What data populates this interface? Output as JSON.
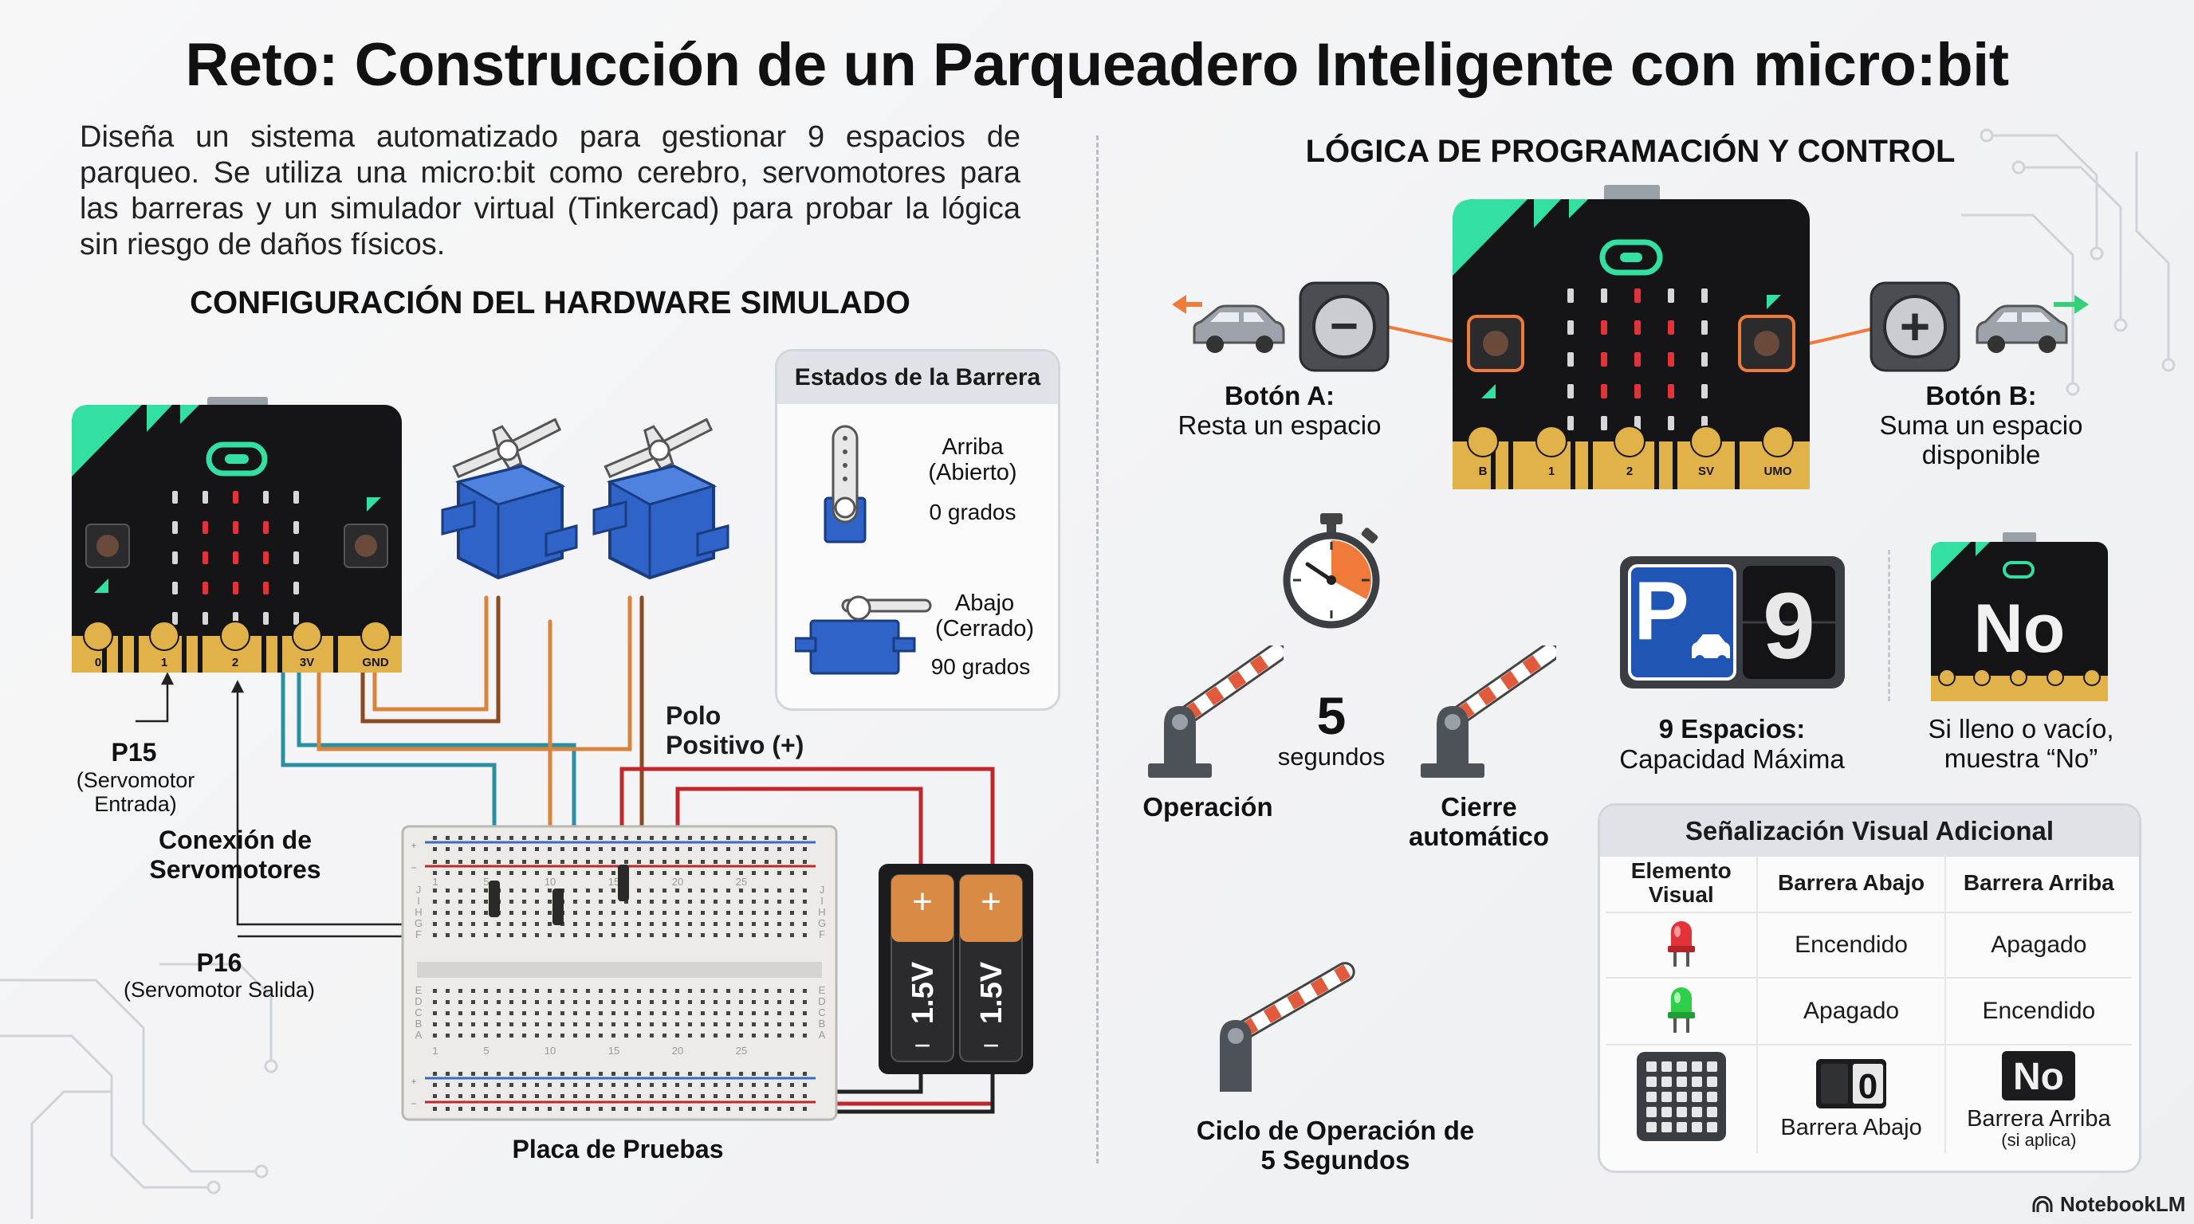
{
  "title": "Reto: Construcción de un Parqueadero Inteligente con micro:bit",
  "intro": "Diseña un sistema automatizado para gestionar 9 espacios de parqueo. Se utiliza una micro:bit como cerebro, servomotores para las barreras y un simulador virtual (Tinkercad) para probar la lógica sin riesgo de daños físicos.",
  "hardware": {
    "heading": "CONFIGURACIÓN DEL HARDWARE SIMULADO",
    "pins": [
      "0",
      "1",
      "2",
      "3V",
      "GND"
    ],
    "p15_title": "P15",
    "p15_sub": "(Servomotor Entrada)",
    "servo_conn": "Conexión de Servomotores",
    "p16_title": "P16",
    "p16_sub": "(Servomotor Salida)",
    "positive": "Polo Positivo (+)",
    "breadboard": "Placa de Pruebas",
    "battery_label": "1.5V",
    "battery_plus": "+",
    "battery_minus": "−",
    "bb_numbers": [
      "1",
      "5",
      "10",
      "15",
      "20",
      "25"
    ],
    "bb_letters_top": [
      "J",
      "I",
      "H",
      "G",
      "F"
    ],
    "bb_letters_bottom": [
      "E",
      "D",
      "C",
      "B",
      "A"
    ],
    "rail_plus": "+",
    "rail_minus": "−"
  },
  "barrier_states": {
    "title": "Estados de la Barrera",
    "up_label": "Arriba (Abierto)",
    "up_degrees": "0 grados",
    "down_label": "Abajo (Cerrado)",
    "down_degrees": "90 grados"
  },
  "logic": {
    "heading": "LÓGICA DE PROGRAMACIÓN Y CONTROL",
    "pins": [
      "B",
      "1",
      "2",
      "SV",
      "UMO"
    ],
    "button_a_title": "Botón A:",
    "button_a_desc": "Resta un espacio",
    "button_b_title": "Botón B:",
    "button_b_desc": "Suma un espacio disponible",
    "button_a_symbol": "−",
    "button_b_symbol": "+",
    "timer_value": "5",
    "timer_unit": "segundos",
    "operation": "Operación",
    "auto_close": "Cierre automático",
    "cycle": "Ciclo de Operación de 5 Segundos",
    "parking_letter": "P",
    "capacity_number": "9",
    "capacity_title": "9 Espacios:",
    "capacity_desc": "Capacidad Máxima",
    "no_text": "No",
    "no_desc": "Si lleno o vacío, muestra “No”"
  },
  "signal": {
    "title": "Señalización Visual Adicional",
    "headers": [
      "Elemento Visual",
      "Barrera Abajo",
      "Barrera Arriba"
    ],
    "rows": [
      {
        "icon": "red-led-icon",
        "down": "Encendido",
        "up": "Apagado"
      },
      {
        "icon": "green-led-icon",
        "down": "Apagado",
        "up": "Encendido"
      }
    ],
    "matrix_row": {
      "icon": "led-matrix-icon",
      "down_display": "0",
      "down_label": "Barrera Abajo",
      "up_display": "No",
      "up_label": "Barrera Arriba",
      "up_note": "(si aplica)"
    }
  },
  "brand": "NotebookLM",
  "colors": {
    "microbit_body": "#161618",
    "microbit_accent": "#33e0a1",
    "gold_pins": "#e1b14a",
    "led_red": "#e0333a",
    "servo_blue": "#2f63c8",
    "battery_copper": "#d98b45",
    "parking_blue": "#1f55b5",
    "barrier_stripe": "#e05a3b",
    "highlight_orange": "#f07a3a"
  }
}
